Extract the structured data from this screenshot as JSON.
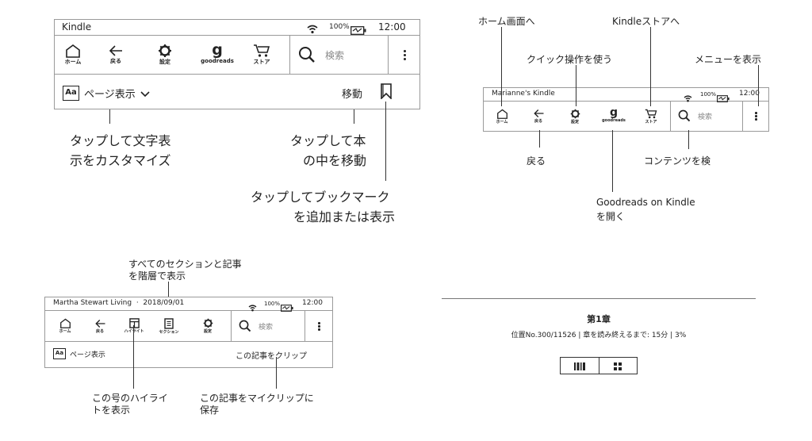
{
  "panel1": {
    "status": {
      "title": "Kindle",
      "battery": "100%",
      "time": "12:00"
    },
    "tools": {
      "home": "ホーム",
      "back": "戻る",
      "settings": "設定",
      "goodreads": "goodreads",
      "store": "ストア"
    },
    "search_placeholder": "検索",
    "page_display": "ページ表示",
    "goto": "移動",
    "callouts": {
      "aa_line1": "タップして文字表",
      "aa_line2": "示をカスタマイズ",
      "goto_line1": "タップして本",
      "goto_line2": "の中を移動",
      "bm_line1": "タップしてブックマーク",
      "bm_line2": "を追加または表示"
    }
  },
  "panel2": {
    "status": {
      "title": "Marianne's Kindle",
      "battery": "100%",
      "time": "12:00"
    },
    "tools": {
      "home": "ホーム",
      "back": "戻る",
      "settings": "設定",
      "goodreads": "goodreads",
      "store": "ストア"
    },
    "search_placeholder": "検索",
    "callouts": {
      "home_screen": "ホーム画面へ",
      "store": "Kindleストアへ",
      "quick_actions": "クイック操作を使う",
      "menu": "メニューを表示",
      "back": "戻る",
      "search": "コンテンツを検",
      "goodreads_line1": "Goodreads on Kindle",
      "goodreads_line2": "を開く"
    }
  },
  "panel3": {
    "status": {
      "title": "Martha Stewart Living  ·  2018/09/01",
      "battery": "100%",
      "time": "12:00"
    },
    "tools": {
      "home": "ホーム",
      "back": "戻る",
      "highlight": "ハイライト",
      "section": "セクション",
      "settings": "設定"
    },
    "search_placeholder": "検索",
    "page_display": "ページ表示",
    "clip": "この記事をクリップ",
    "callouts": {
      "sections_line1": "すべてのセクションと記事",
      "sections_line2": "を階層で表示",
      "highlight_line1": "この号のハイライ",
      "highlight_line2": "トを表示",
      "clip_line1": "この記事をマイクリップに",
      "clip_line2": "保存"
    }
  },
  "footer": {
    "chapter": "第1章",
    "progress": "位置No.300/11526 | 章を読み終えるまで: 15分 | 3%"
  }
}
